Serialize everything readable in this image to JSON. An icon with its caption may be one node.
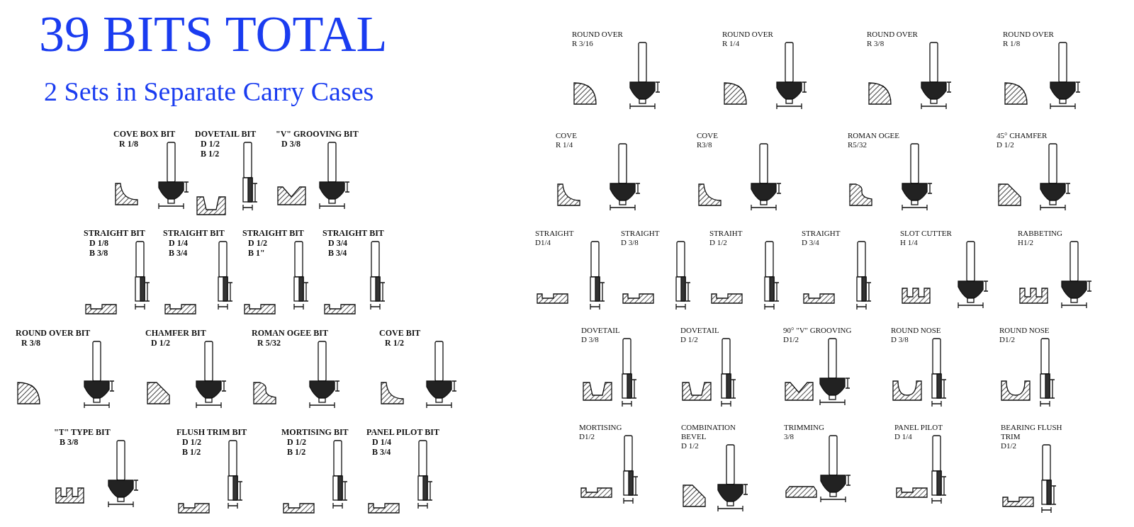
{
  "diagram": {
    "title": "39 BITS TOTAL",
    "labels": [
      "2 Sets in Separate Carry Cases",
      "COVE BOX BIT",
      "R 1/8",
      "DOVETAIL BIT",
      "D 1/2",
      "B 1/2",
      "\"V\" GROOVING BIT",
      "D 3/8",
      "STRAIGHT BIT",
      "D 1/8",
      "B 3/8",
      "STRAIGHT BIT",
      "D 1/4",
      "B 3/4",
      "STRAIGHT BIT",
      "D 1/2",
      "B 1\"",
      "STRAIGHT BIT",
      "D 3/4",
      "B 3/4",
      "ROUND OVER BIT",
      "R 3/8",
      "CHAMFER BIT",
      "D 1/2",
      "ROMAN OGEE BIT",
      "R 5/32",
      "COVE BIT",
      "R 1/2",
      "\"T\" TYPE BIT",
      "B 3/8",
      "FLUSH TRIM BIT",
      "D 1/2",
      "B 1/2",
      "MORTISING BIT",
      "D 1/2",
      "B 1/2",
      "PANEL PILOT BIT",
      "D 1/4",
      "B 3/4",
      "ROUND OVER",
      "R 3/16",
      "ROUND OVER",
      "R 1/4",
      "ROUND OVER",
      "R 3/8",
      "ROUND OVER",
      "R 1/8",
      "COVE",
      "R 1/4",
      "COVE",
      "R3/8",
      "ROMAN OGEE",
      "R5/32",
      "45° CHAMFER",
      "D 1/2",
      "STRAIGHT",
      "D1/4",
      "STRAIGHT",
      "D 3/8",
      "STRAIHT",
      "D 1/2",
      "STRAIGHT",
      "D 3/4",
      "SLOT CUTTER",
      "H 1/4",
      "RABBETING",
      "H1/2",
      "DOVETAIL",
      "D 3/8",
      "DOVETAIL",
      "D 1/2",
      "90° \"V\" GROOVING",
      "D1/2",
      "ROUND NOSE",
      "D 3/8",
      "ROUND NOSE",
      "D1/2",
      "MORTISING",
      "D1/2",
      "COMBINATION BEVEL",
      "D 1/2",
      "TRIMMING",
      "3/8",
      "PANEL PILOT",
      "D 1/4",
      "BEARING FLUSH TRIM",
      "D1/2"
    ]
  }
}
